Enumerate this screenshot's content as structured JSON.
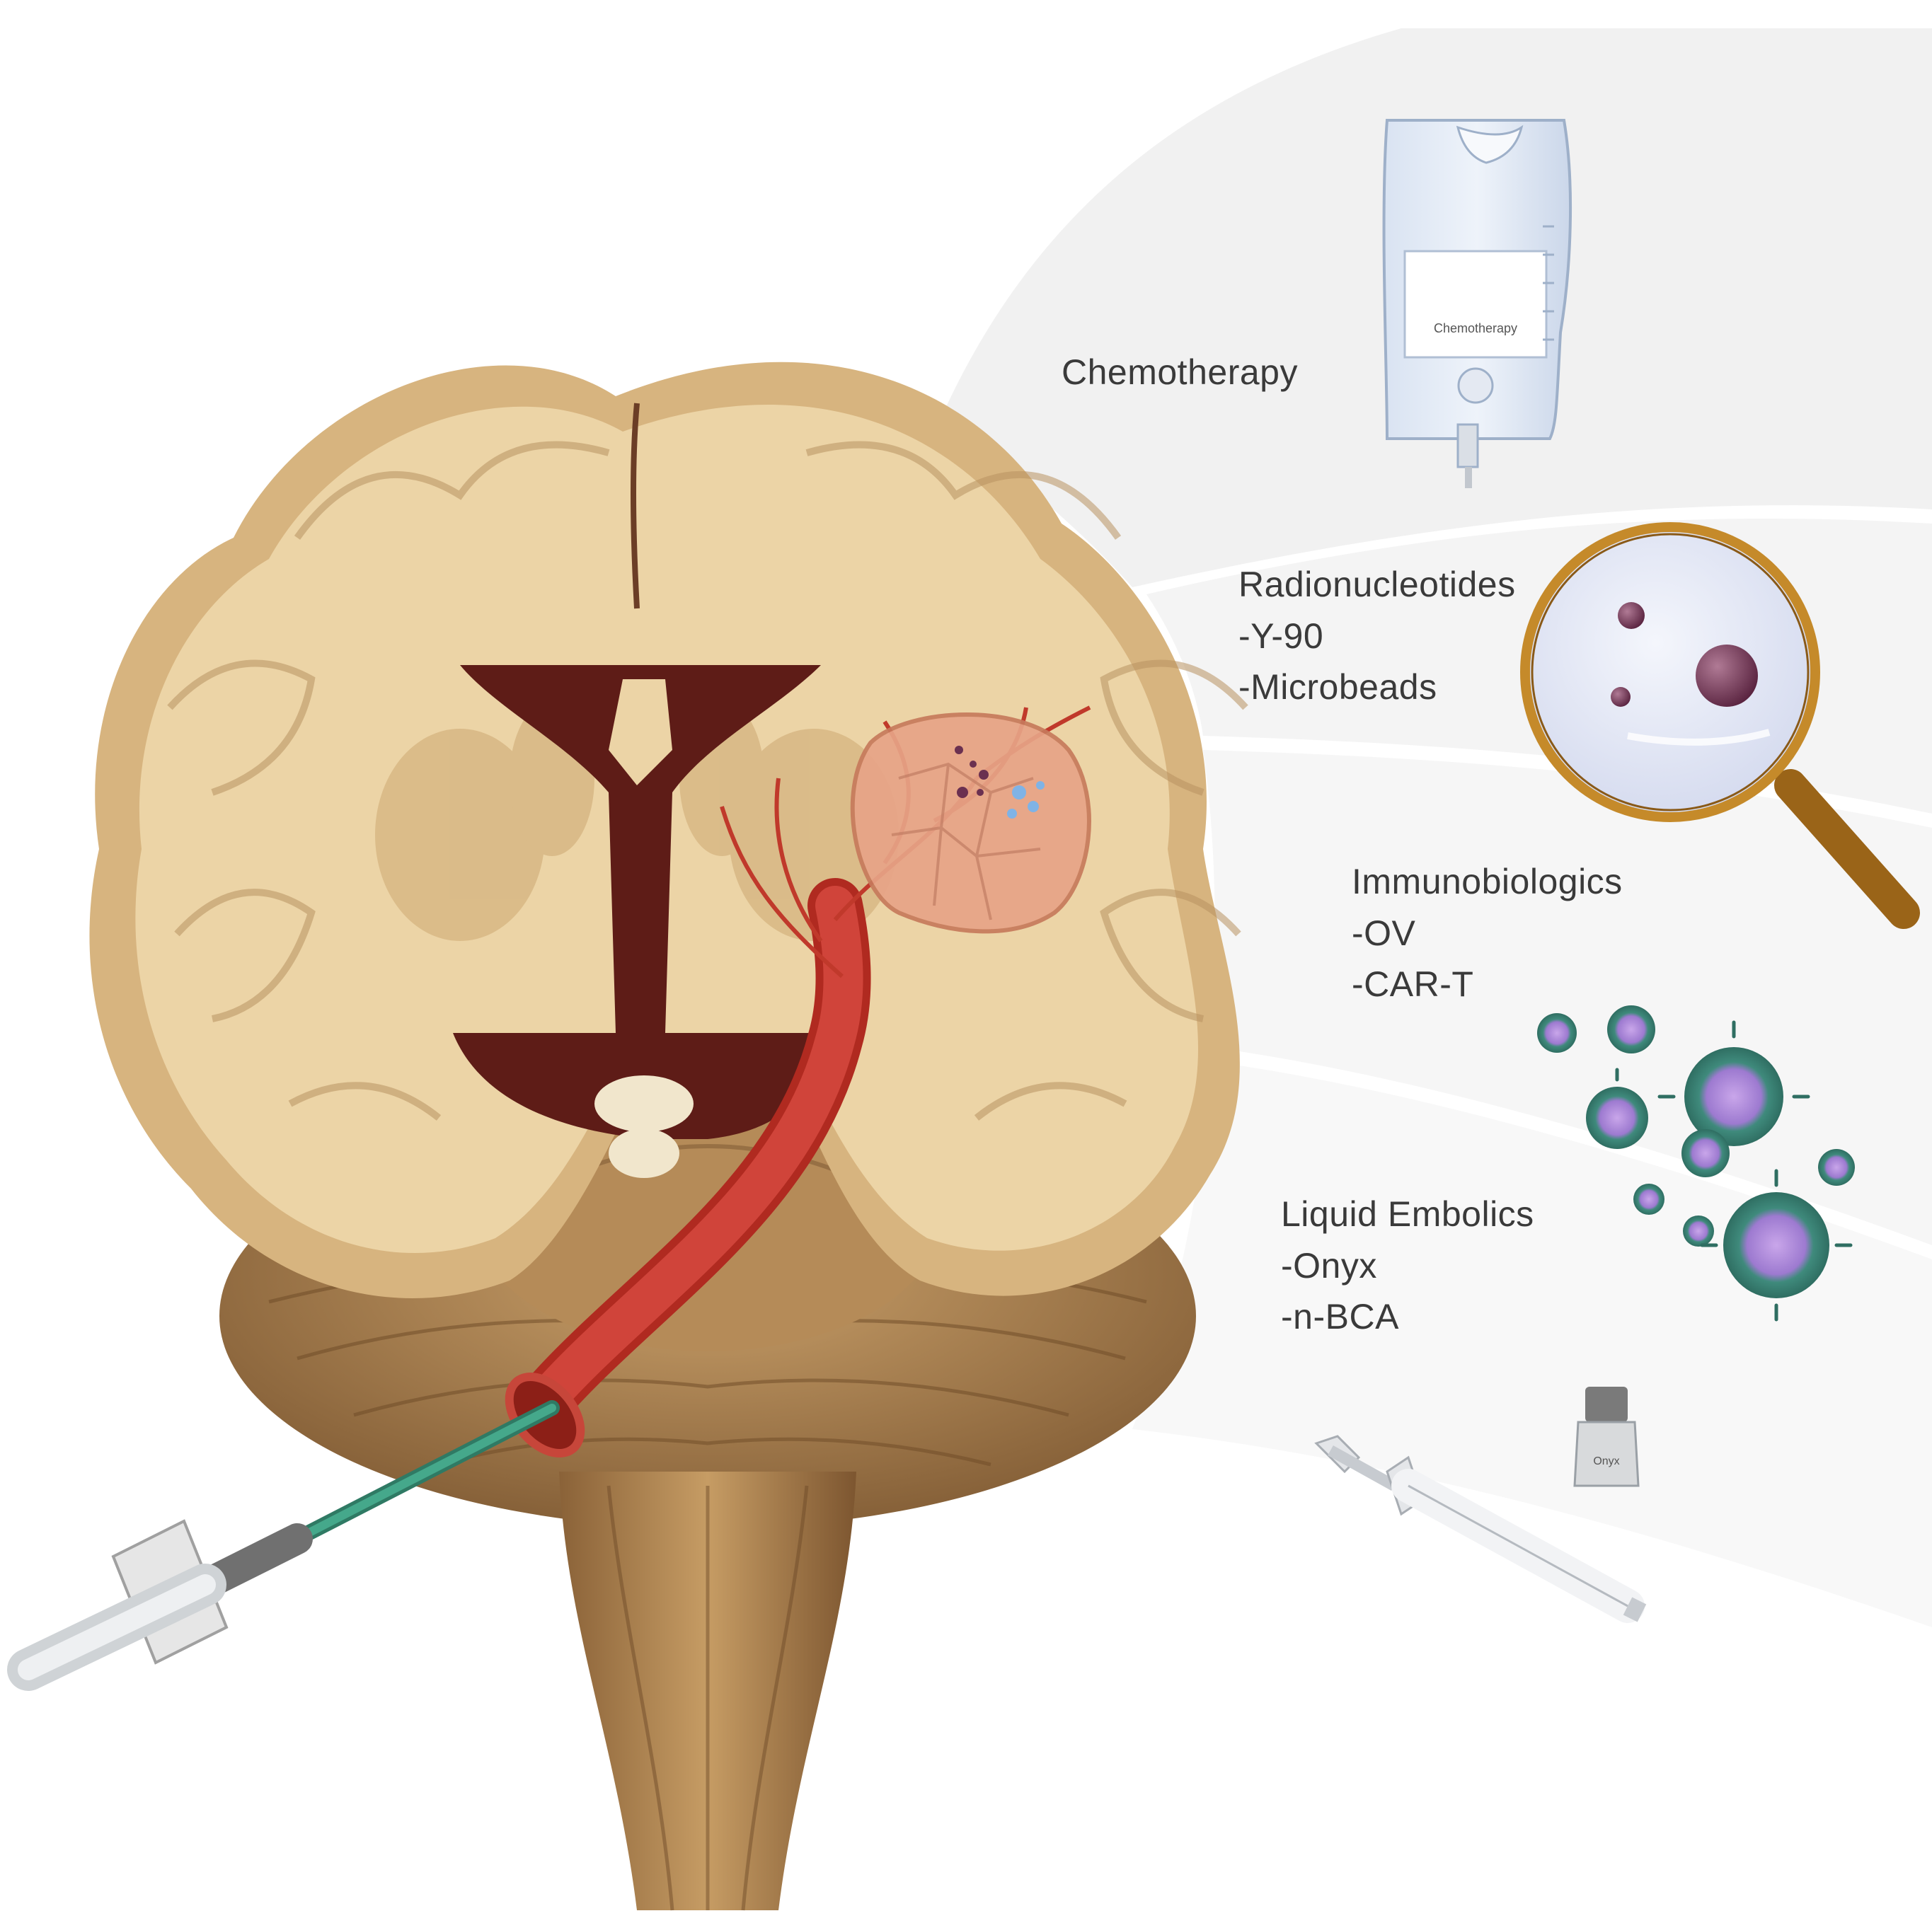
{
  "figure": {
    "colors": {
      "background": "#ffffff",
      "band": "#efefef",
      "brain_tissue": "#ecd3a4",
      "brain_gray_matter": "#d8b784",
      "ventricle": "#5e1c17",
      "brainstem": "#a8804f",
      "artery": "#c8392b",
      "tumor": "#e7a487",
      "catheter": "#3a9a7f",
      "virus_shell": "#3f8a7c",
      "virus_core": "#b58ad8",
      "magnifier_rim": "#c58a2a",
      "text": "#3a3a3a"
    },
    "icons": {
      "chemo": "iv-bag-icon",
      "radio": "magnifier-icon",
      "immuno": "virus-cluster-icon",
      "embolic": "syringe-vial-icon"
    },
    "bag_label": "Chemotherapy",
    "vial_label": "Onyx"
  },
  "labels": {
    "chemotherapy": {
      "title": "Chemotherapy"
    },
    "radionucleotides": {
      "title": "Radionucleotides",
      "items": [
        "-Y-90",
        "-Microbeads"
      ]
    },
    "immunobiologics": {
      "title": "Immunobiologics",
      "items": [
        "-OV",
        "-CAR-T"
      ]
    },
    "liquid_embolics": {
      "title": "Liquid Embolics",
      "items": [
        "-Onyx",
        "-n-BCA"
      ]
    }
  }
}
